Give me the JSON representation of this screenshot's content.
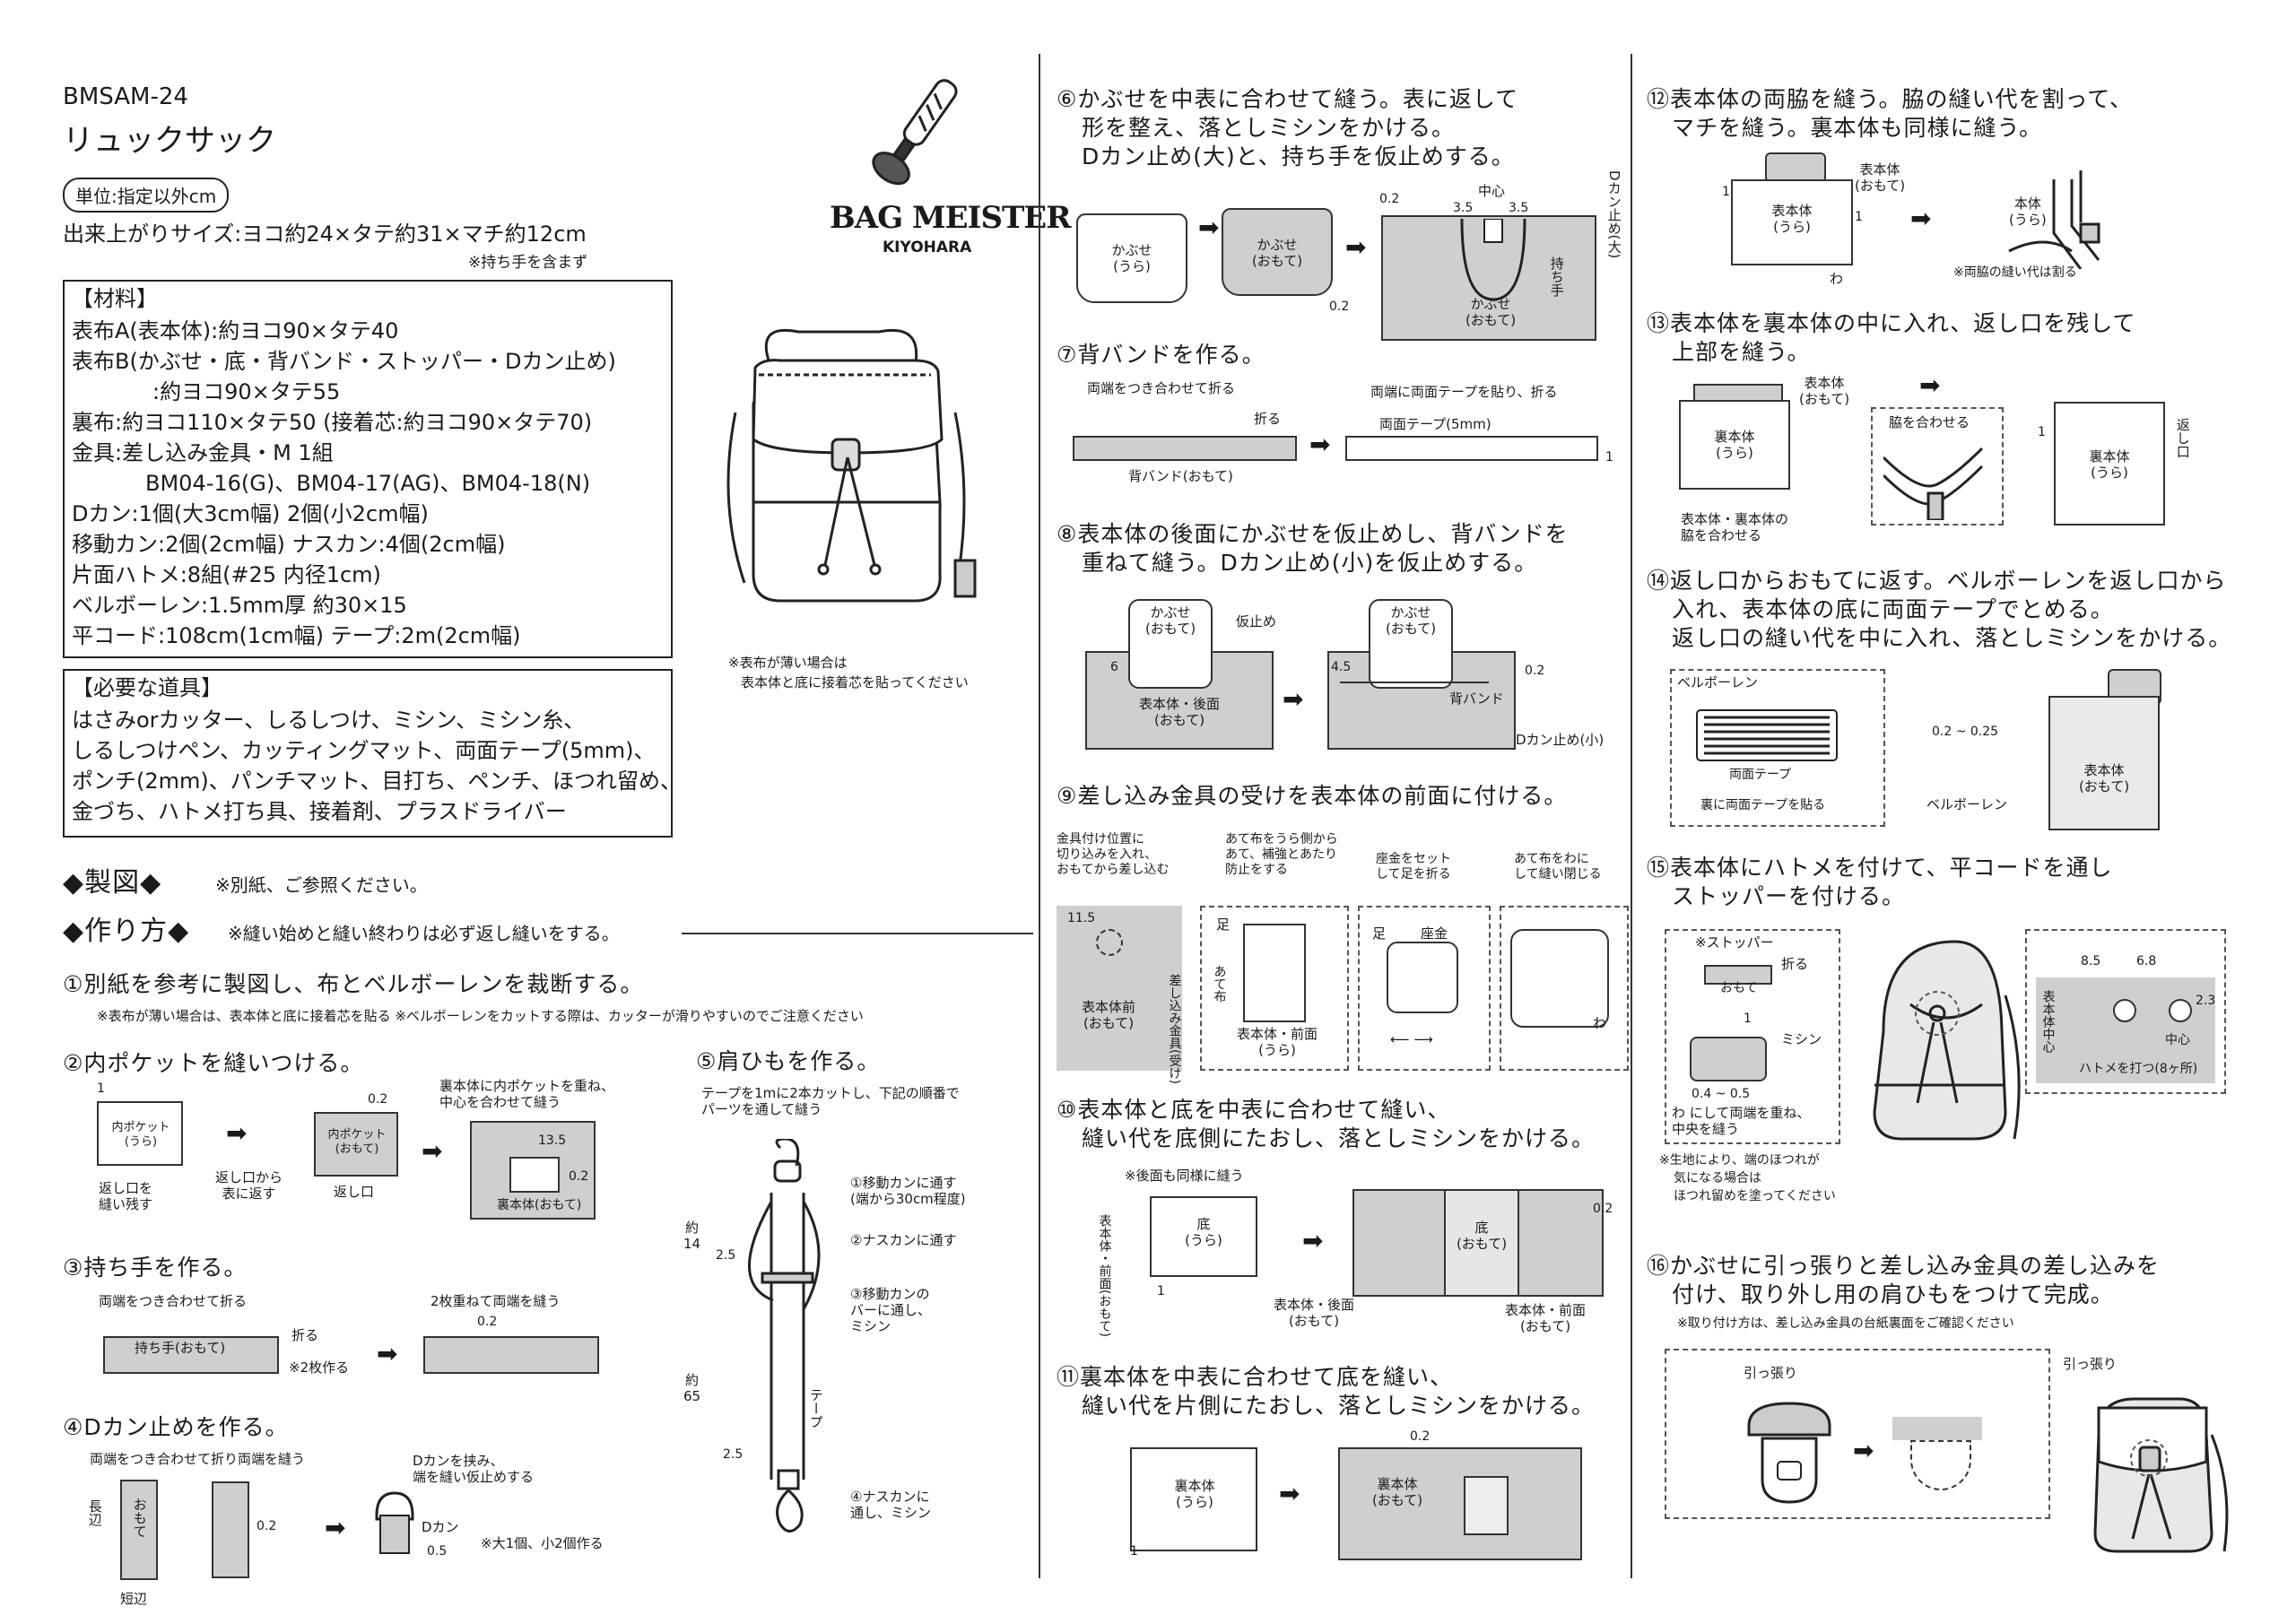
{
  "header": {
    "code": "BMSAM-24",
    "title": "リュックサック",
    "unit": "単位:指定以外cm",
    "size": "出来上がりサイズ:ヨコ約24×タテ約31×マチ約12cm",
    "size_note": "※持ち手を含まず",
    "brand": "BAG MEISTER",
    "brand_sub": "KIYOHARA",
    "fabric_note_1": "※表布が薄い場合は",
    "fabric_note_2": "表本体と底に接着芯を貼ってください"
  },
  "materials": {
    "title": "【材料】",
    "items": [
      "表布A(表本体):約ヨコ90×タテ40",
      "表布B(かぶせ・底・背バンド・ストッパー・Dカン止め)",
      ":約ヨコ90×タテ55",
      "裏布:約ヨコ110×タテ50 (接着芯:約ヨコ90×タテ70)",
      "金具:差し込み金具・M 1組",
      "BM04-16(G)、BM04-17(AG)、BM04-18(N)",
      "Dカン:1個(大3cm幅) 2個(小2cm幅)",
      "移動カン:2個(2cm幅) ナスカン:4個(2cm幅)",
      "片面ハトメ:8組(#25 内径1cm)",
      "ベルボーレン:1.5mm厚 約30×15",
      "平コード:108cm(1cm幅) テープ:2m(2cm幅)"
    ]
  },
  "tools": {
    "title": "【必要な道具】",
    "items": [
      "はさみorカッター、しるしつけ、ミシン、ミシン糸、",
      "しるしつけペン、カッティングマット、両面テープ(5mm)、",
      "ポンチ(2mm)、パンチマット、目打ち、ペンチ、ほつれ留め、",
      "金づち、ハトメ打ち具、接着剤、プラスドライバー"
    ]
  },
  "pattern": {
    "title": "◆製図◆",
    "note": "※別紙、ご参照ください。"
  },
  "method": {
    "title": "◆作り方◆",
    "note": "※縫い始めと縫い終わりは必ず返し縫いをする。"
  },
  "steps": {
    "s1": {
      "title": "①別紙を参考に製図し、布とベルボーレンを裁断する。",
      "note": "※表布が薄い場合は、表本体と底に接着芯を貼る  ※ベルボーレンをカットする際は、カッターが滑りやすいのでご注意ください"
    },
    "s2": {
      "title": "②内ポケットを縫いつける。",
      "l1": "内ポケット",
      "l1b": "(うら)",
      "l2": "内ポケット",
      "l2b": "(おもて)",
      "l3": "返し口を",
      "l3b": "縫い残す",
      "l4": "返し口から",
      "l4b": "表に返す",
      "l5": "返し口",
      "l6": "裏本体に内ポケットを重ね、",
      "l6b": "中心を合わせて縫う",
      "l7": "裏本体(おもて)",
      "n1": "1",
      "n02a": "0.2",
      "n135": "13.5",
      "n02b": "0.2"
    },
    "s3": {
      "title": "③持ち手を作る。",
      "l1": "両端をつき合わせて折る",
      "l2": "持ち手(おもて)",
      "l3": "折る",
      "l4": "※2枚作る",
      "l5": "2枚重ねて両端を縫う",
      "n02": "0.2"
    },
    "s4": {
      "title": "④Dカン止めを作る。",
      "l1": "両端をつき合わせて折り両端を縫う",
      "l2": "長辺",
      "l3": "おもて",
      "l4": "短辺",
      "l5": "Dカンを挟み、",
      "l5b": "端を縫い仮止めする",
      "l6": "Dカン",
      "l7": "※大1個、小2個作る",
      "n02": "0.2",
      "n05": "0.5"
    },
    "s5": {
      "title": "⑤肩ひもを作る。",
      "l1": "テープを1mに2本カットし、下記の順番で",
      "l1b": "パーツを通して縫う",
      "a1": "①移動カンに通す",
      "a1b": "(端から30cm程度)",
      "a2": "②ナスカンに通す",
      "a3": "③移動カンの",
      "a3b": "バーに通し、",
      "a3c": "ミシン",
      "a4": "④ナスカンに",
      "a4b": "通し、ミシン",
      "tape": "テープ",
      "n14a": "約",
      "n14b": "14",
      "n65a": "約",
      "n65b": "65",
      "n25a": "2.5",
      "n25b": "2.5"
    },
    "s6": {
      "title": "⑥かぶせを中表に合わせて縫う。表に返して",
      "title2": "形を整え、落としミシンをかける。",
      "title3": "Dカン止め(大)と、持ち手を仮止めする。",
      "l1": "かぶせ",
      "l1b": "(うら)",
      "l2": "かぶせ",
      "l2b": "(おもて)",
      "l3": "中心",
      "l4": "持ち手",
      "l5": "Dカン止め(大)",
      "l6": "かぶせ",
      "l6b": "(おもて)",
      "n02a": "0.2",
      "n02b": "0.2",
      "n35a": "3.5",
      "n35b": "3.5"
    },
    "s7": {
      "title": "⑦背バンドを作る。",
      "l1": "両端をつき合わせて折る",
      "l2": "折る",
      "l3": "背バンド(おもて)",
      "l4": "両端に両面テープを貼り、折る",
      "l5": "両面テープ(5mm)",
      "n1": "1"
    },
    "s8": {
      "title": "⑧表本体の後面にかぶせを仮止めし、背バンドを",
      "title2": "重ねて縫う。Dカン止め(小)を仮止めする。",
      "l1": "かぶせ",
      "l1b": "(おもて)",
      "l2": "仮止め",
      "l3": "表本体・後面",
      "l3b": "(おもて)",
      "l4": "かぶせ",
      "l4b": "(おもて)",
      "l5": "背バンド",
      "l6": "Dカン止め(小)",
      "n6": "6",
      "n45": "4.5",
      "n02": "0.2"
    },
    "s9": {
      "title": "⑨差し込み金具の受けを表本体の前面に付ける。",
      "c1": "金具付け位置に",
      "c1b": "切り込みを入れ、",
      "c1c": "おもてから差し込む",
      "c2": "あて布をうら側から",
      "c2b": "あて、補強とあたり",
      "c2c": "防止をする",
      "c3": "座金をセット",
      "c3b": "して足を折る",
      "c4": "あて布をわに",
      "c4b": "して縫い閉じる",
      "l1": "表本体前",
      "l1b": "(おもて)",
      "l2": "差し込み金具(受け)",
      "l3": "足",
      "l4": "あて布",
      "l5": "表本体・前面",
      "l5b": "(うら)",
      "l6": "足",
      "l7": "座金",
      "l8": "わ",
      "n115": "11.5"
    },
    "s10": {
      "title": "⑩表本体と底を中表に合わせて縫い、",
      "title2": "縫い代を底側にたおし、落としミシンをかける。",
      "note": "※後面も同様に縫う",
      "l1": "底",
      "l1b": "(うら)",
      "l2": "表本体・前面",
      "l2b": "(おもて)",
      "l3": "底",
      "l3b": "(おもて)",
      "l4": "表本体・後面",
      "l4b": "(おもて)",
      "l5": "表本体・前面",
      "l5b": "(おもて)",
      "n1": "1",
      "n02": "0.2"
    },
    "s11": {
      "title": "⑪裏本体を中表に合わせて底を縫い、",
      "title2": "縫い代を片側にたおし、落としミシンをかける。",
      "l1": "裏本体",
      "l1b": "(うら)",
      "l2": "裏本体",
      "l2b": "(おもて)",
      "n1": "1",
      "n02": "0.2"
    },
    "s12": {
      "title": "⑫表本体の両脇を縫う。脇の縫い代を割って、",
      "title2": "マチを縫う。裏本体も同様に縫う。",
      "l1": "表本体",
      "l1b": "(おもて)",
      "l2": "表本体",
      "l2b": "(うら)",
      "l3": "本体",
      "l3b": "(うら)",
      "l4": "わ",
      "note": "※両脇の縫い代は割る",
      "n1a": "1",
      "n1b": "1"
    },
    "s13": {
      "title": "⑬表本体を裏本体の中に入れ、返し口を残して",
      "title2": "上部を縫う。",
      "l1": "表本体",
      "l1b": "(おもて)",
      "l2": "裏本体",
      "l2b": "(うら)",
      "l3": "表本体・裏本体の",
      "l3b": "脇を合わせる",
      "l4": "脇を合わせる",
      "l5": "裏本体",
      "l5b": "(うら)",
      "l6": "返し口",
      "n1": "1"
    },
    "s14": {
      "title": "⑭返し口からおもてに返す。ベルボーレンを返し口から",
      "title2": "入れ、表本体の底に両面テープでとめる。",
      "title3": "返し口の縫い代を中に入れ、落としミシンをかける。",
      "l1": "ベルボーレン",
      "l2": "両面テープ",
      "l3": "裏に両面テープを貼る",
      "l4": "表本体",
      "l4b": "(おもて)",
      "l5": "ベルボーレン",
      "n": "0.2 ~ 0.25"
    },
    "s15": {
      "title": "⑮表本体にハトメを付けて、平コードを通し",
      "title2": "ストッパーを付ける。",
      "l1": "※ストッパー",
      "l2": "おもて",
      "l3": "折る",
      "l4": "ミシン",
      "l5": "わ にして両端を重ね、",
      "l5b": "中央を縫う",
      "l6": "表本体中心",
      "l7": "中心",
      "l8": "ハトメを打つ(8ヶ所)",
      "note": "※生地により、端のほつれが",
      "note2": "気になる場合は",
      "note3": "ほつれ留めを塗ってください",
      "n1": "1",
      "n0405": "0.4 ~ 0.5",
      "n85": "8.5",
      "n68": "6.8",
      "n23": "2.3"
    },
    "s16": {
      "title": "⑯かぶせに引っ張りと差し込み金具の差し込みを",
      "title2": "付け、取り外し用の肩ひもをつけて完成。",
      "note": "※取り付け方は、差し込み金具の台紙裏面をご確認ください",
      "l1": "引っ張り",
      "l2": "引っ張り"
    }
  }
}
